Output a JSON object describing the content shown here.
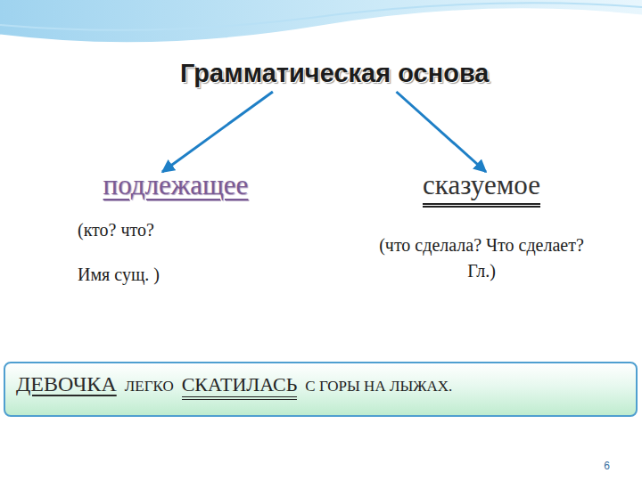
{
  "diagram": {
    "nodes": [
      {
        "text": [
          "Грамматическая основа"
        ]
      },
      {
        "text": [
          "подлежащее",
          "(кто? что?",
          "Имя сущ. )"
        ]
      },
      {
        "text": [
          "сказуемое",
          "(что сделала? Что сделает? Гл.)"
        ]
      },
      {
        "text": [
          "ДЕВОЧКА",
          "ЛЕГКО",
          "СКАТИЛАСЬ",
          "С ГОРЫ НА ЛЫЖАХ."
        ]
      }
    ],
    "edges": [
      {
        "from": 0,
        "to": 1,
        "arrow": "to"
      },
      {
        "from": 0,
        "to": 2,
        "arrow": "to"
      }
    ],
    "labels": [
      "6"
    ]
  }
}
